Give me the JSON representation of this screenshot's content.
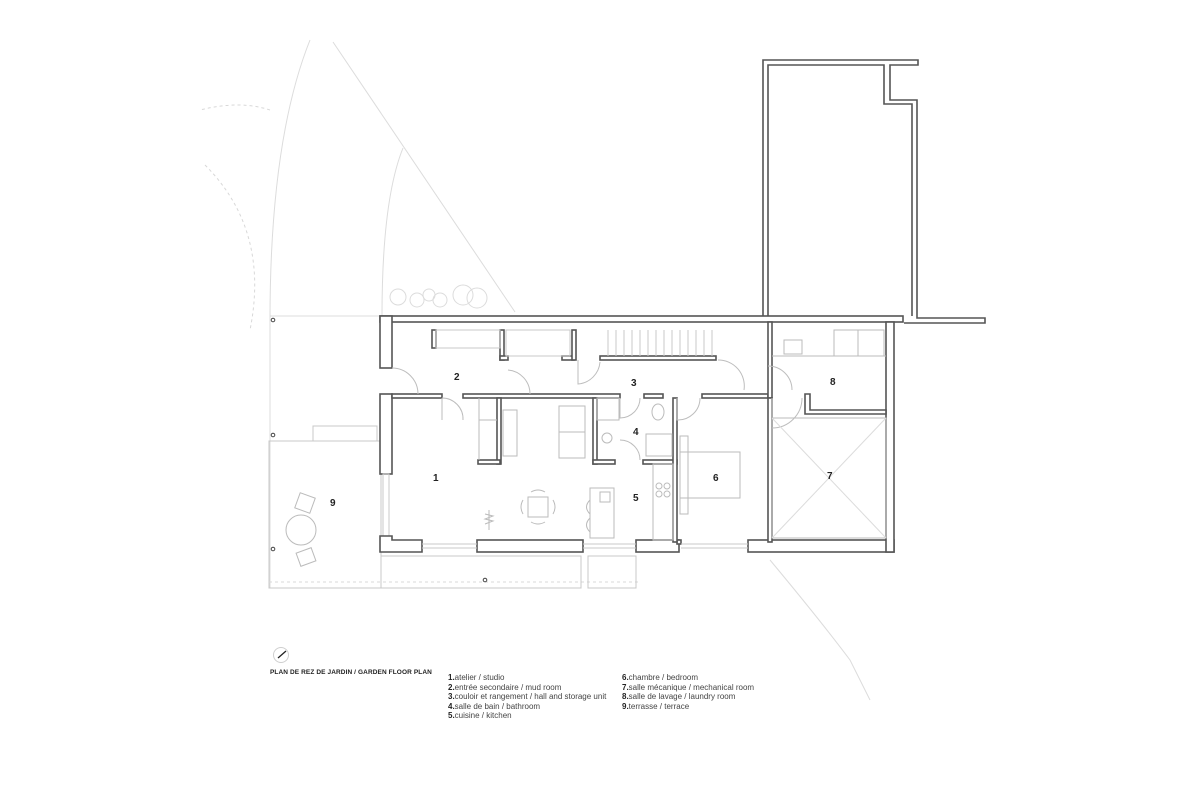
{
  "plan": {
    "title": "PLAN DE REZ DE JARDIN / GARDEN FLOOR PLAN",
    "north_icon": "north-arrow-icon",
    "colors": {
      "walls": "#555555",
      "furniture": "#bbbbbb",
      "site_lines": "#d8d8d8",
      "text": "#222222"
    }
  },
  "rooms": [
    {
      "num": "1",
      "label": "1"
    },
    {
      "num": "2",
      "label": "2"
    },
    {
      "num": "3",
      "label": "3"
    },
    {
      "num": "4",
      "label": "4"
    },
    {
      "num": "5",
      "label": "5"
    },
    {
      "num": "6",
      "label": "6"
    },
    {
      "num": "7",
      "label": "7"
    },
    {
      "num": "8",
      "label": "8"
    },
    {
      "num": "9",
      "label": "9"
    }
  ],
  "legend": {
    "col1": [
      {
        "num": "1.",
        "text": "atelier / studio"
      },
      {
        "num": "2.",
        "text": "entrée secondaire / mud room"
      },
      {
        "num": "3.",
        "text": "couloir et rangement / hall and storage unit"
      },
      {
        "num": "4.",
        "text": "salle de bain / bathroom"
      },
      {
        "num": "5.",
        "text": "cuisine / kitchen"
      }
    ],
    "col2": [
      {
        "num": "6.",
        "text": "chambre / bedroom"
      },
      {
        "num": "7.",
        "text": "salle mécanique / mechanical room"
      },
      {
        "num": "8.",
        "text": "salle de lavage / laundry room"
      },
      {
        "num": "9.",
        "text": "terrasse / terrace"
      }
    ]
  }
}
